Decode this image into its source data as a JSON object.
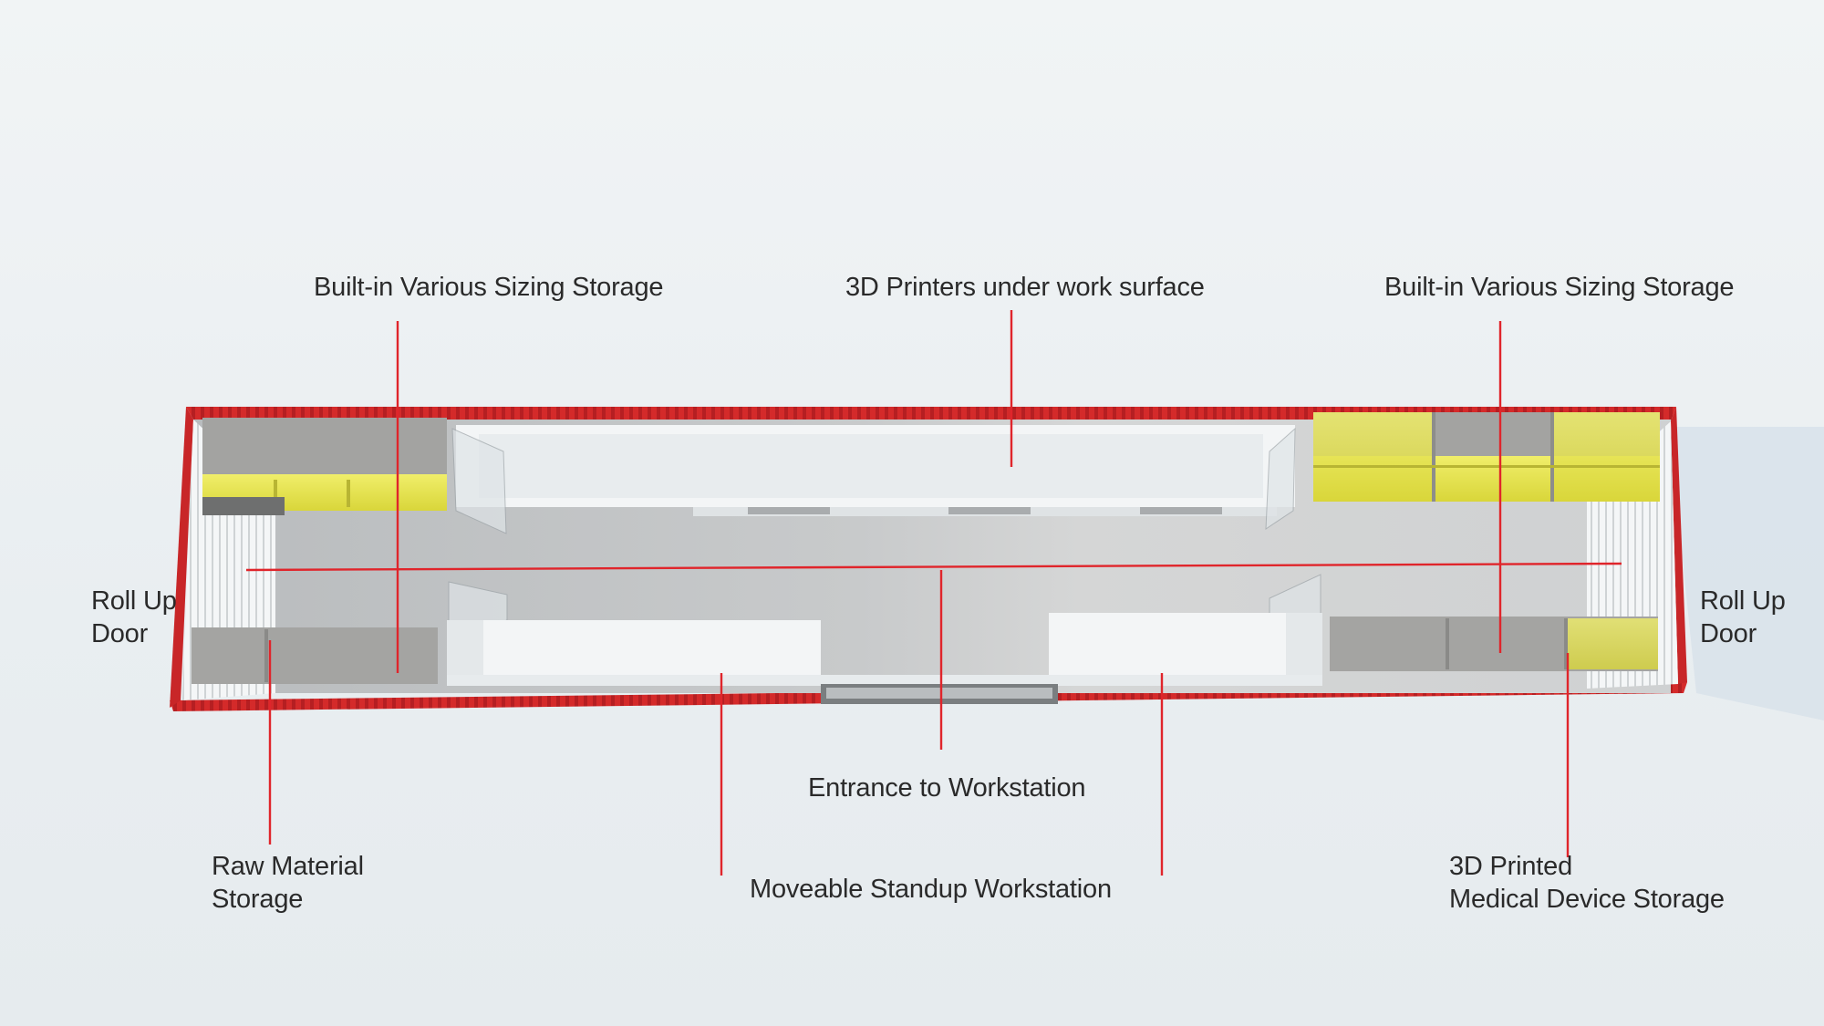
{
  "colors": {
    "accent_red": "#e0252b",
    "container_red": "#d42a2a",
    "cabinet_yellow": "#e4e24a",
    "cabinet_grey": "#9c9c9a",
    "floor": "#c7c9ca",
    "counter_white": "#f3f5f6"
  },
  "labels": {
    "storage_left": "Built-in Various Sizing Storage",
    "printers": "3D Printers under work surface",
    "storage_right": "Built-in Various Sizing Storage",
    "rollup_left": [
      "Roll Up",
      "Door"
    ],
    "rollup_right": [
      "Roll Up",
      "Door"
    ],
    "entrance": "Entrance to Workstation",
    "raw_material": [
      "Raw Material",
      "Storage"
    ],
    "workstation": "Moveable Standup Workstation",
    "medical": [
      "3D Printed",
      "Medical Device Storage"
    ]
  }
}
